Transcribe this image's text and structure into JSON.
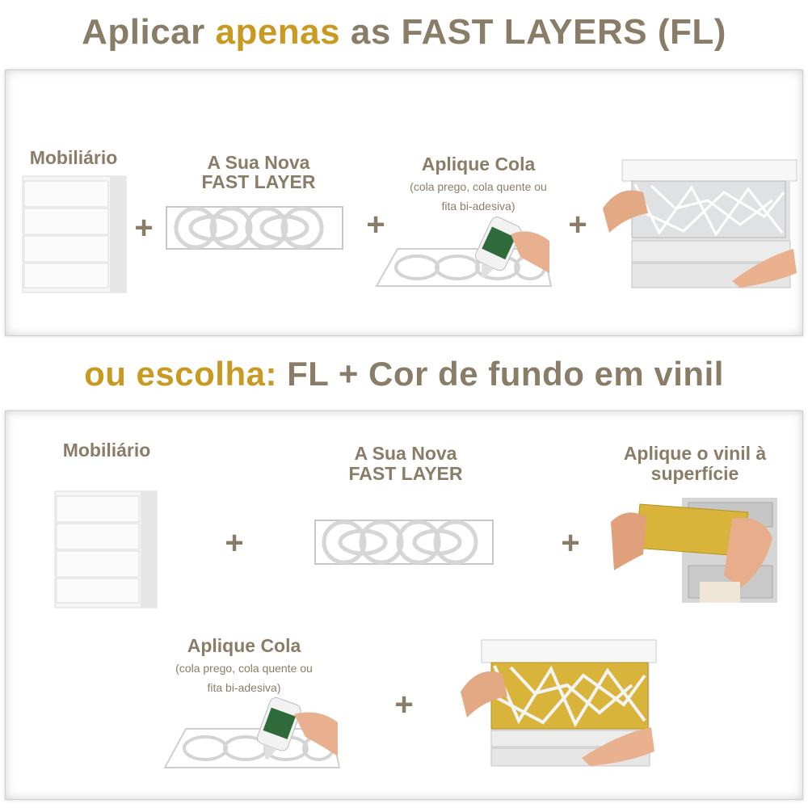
{
  "header": {
    "part1": "Aplicar ",
    "highlight": "apenas",
    "part2": " as FAST LAYERS (FL)"
  },
  "section1": {
    "furniture_label": "Mobiliário",
    "layer_label_line1": "A Sua Nova",
    "layer_label_line2": "FAST LAYER",
    "glue_label": "Aplique Cola",
    "glue_sub_line1": "(cola prego, cola quente ou",
    "glue_sub_line2": "fita bi-adesiva)",
    "plus": "+"
  },
  "middle": {
    "highlight": "ou escolha:",
    "rest": " FL + Cor de fundo em vinil"
  },
  "section2": {
    "furniture_label": "Mobiliário",
    "layer_label_line1": "A Sua Nova",
    "layer_label_line2": "FAST LAYER",
    "vinyl_label_line1": "Aplique o vinil à",
    "vinyl_label_line2": "superfície",
    "glue_label": "Aplique Cola",
    "glue_sub_line1": "(cola prego, cola quente ou",
    "glue_sub_line2": "fita bi-adesiva)",
    "plus": "+"
  },
  "colors": {
    "text": "#8a7d68",
    "accent": "#c89a22",
    "vinyl": "#d9b43a"
  }
}
